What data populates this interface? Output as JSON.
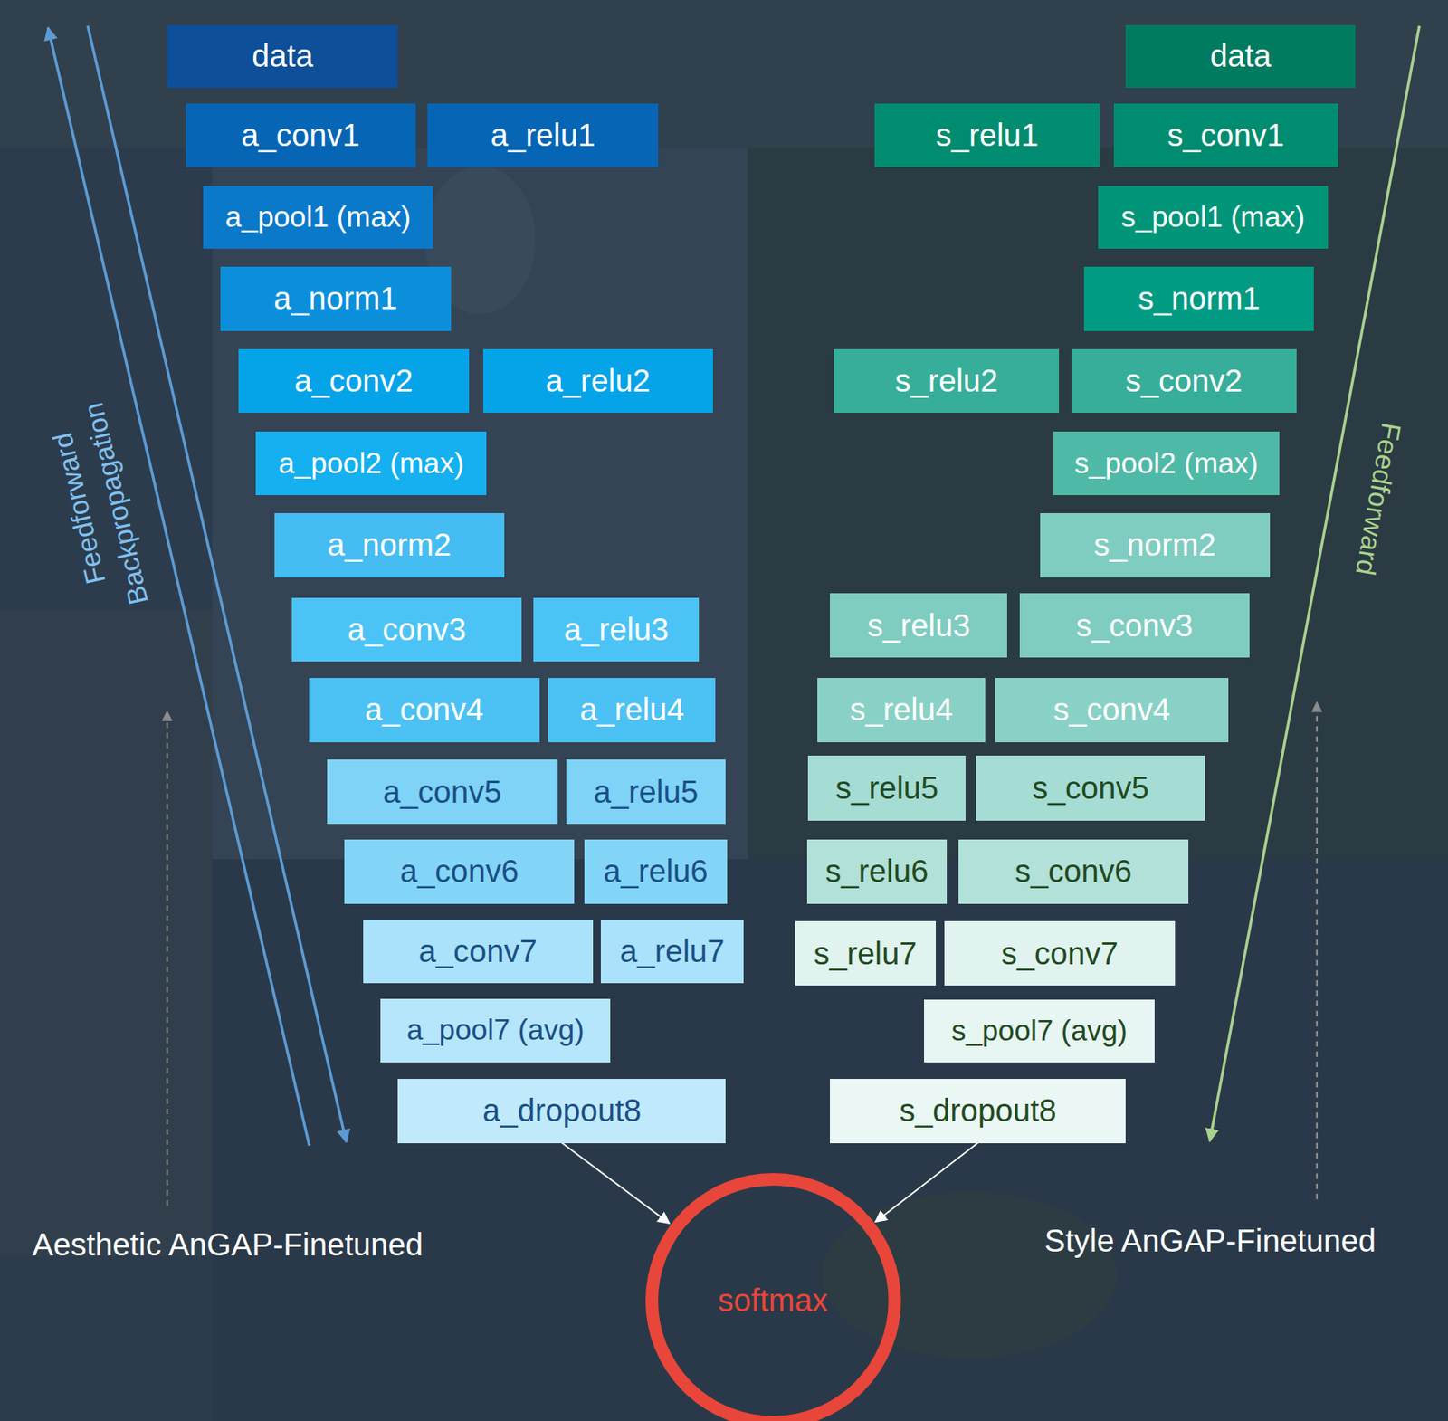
{
  "diagram": {
    "nodes": [
      {
        "text": [
          "data"
        ]
      },
      {
        "text": [
          "a_conv1"
        ]
      },
      {
        "text": [
          "a_relu1"
        ]
      },
      {
        "text": [
          "a_pool1 (max)"
        ]
      },
      {
        "text": [
          "a_norm1"
        ]
      },
      {
        "text": [
          "a_conv2"
        ]
      },
      {
        "text": [
          "a_relu2"
        ]
      },
      {
        "text": [
          "a_pool2 (max)"
        ]
      },
      {
        "text": [
          "a_norm2"
        ]
      },
      {
        "text": [
          "a_conv3"
        ]
      },
      {
        "text": [
          "a_relu3"
        ]
      },
      {
        "text": [
          "a_conv4"
        ]
      },
      {
        "text": [
          "a_relu4"
        ]
      },
      {
        "text": [
          "a_conv5"
        ]
      },
      {
        "text": [
          "a_relu5"
        ]
      },
      {
        "text": [
          "a_conv6"
        ]
      },
      {
        "text": [
          "a_relu6"
        ]
      },
      {
        "text": [
          "a_conv7"
        ]
      },
      {
        "text": [
          "a_relu7"
        ]
      },
      {
        "text": [
          "a_pool7 (avg)"
        ]
      },
      {
        "text": [
          "a_dropout8"
        ]
      },
      {
        "text": [
          "data"
        ]
      },
      {
        "text": [
          "s_relu1"
        ]
      },
      {
        "text": [
          "s_conv1"
        ]
      },
      {
        "text": [
          "s_pool1 (max)"
        ]
      },
      {
        "text": [
          "s_norm1"
        ]
      },
      {
        "text": [
          "s_relu2"
        ]
      },
      {
        "text": [
          "s_conv2"
        ]
      },
      {
        "text": [
          "s_pool2 (max)"
        ]
      },
      {
        "text": [
          "s_norm2"
        ]
      },
      {
        "text": [
          "s_relu3"
        ]
      },
      {
        "text": [
          "s_conv3"
        ]
      },
      {
        "text": [
          "s_relu4"
        ]
      },
      {
        "text": [
          "s_conv4"
        ]
      },
      {
        "text": [
          "s_relu5"
        ]
      },
      {
        "text": [
          "s_conv5"
        ]
      },
      {
        "text": [
          "s_relu6"
        ]
      },
      {
        "text": [
          "s_conv6"
        ]
      },
      {
        "text": [
          "s_relu7"
        ]
      },
      {
        "text": [
          "s_conv7"
        ]
      },
      {
        "text": [
          "s_pool7 (avg)"
        ]
      },
      {
        "text": [
          "s_dropout8"
        ]
      },
      {
        "text": [
          "softmax"
        ]
      }
    ],
    "edges": [
      {
        "from": 20,
        "to": 42,
        "arrow": "to"
      },
      {
        "from": 41,
        "to": 42,
        "arrow": "to"
      }
    ],
    "labels": [
      "Feedforward",
      "Backpropagation",
      "Feedforward",
      "Aesthetic AnGAP-Finetuned",
      "Style AnGAP-Finetuned"
    ]
  }
}
